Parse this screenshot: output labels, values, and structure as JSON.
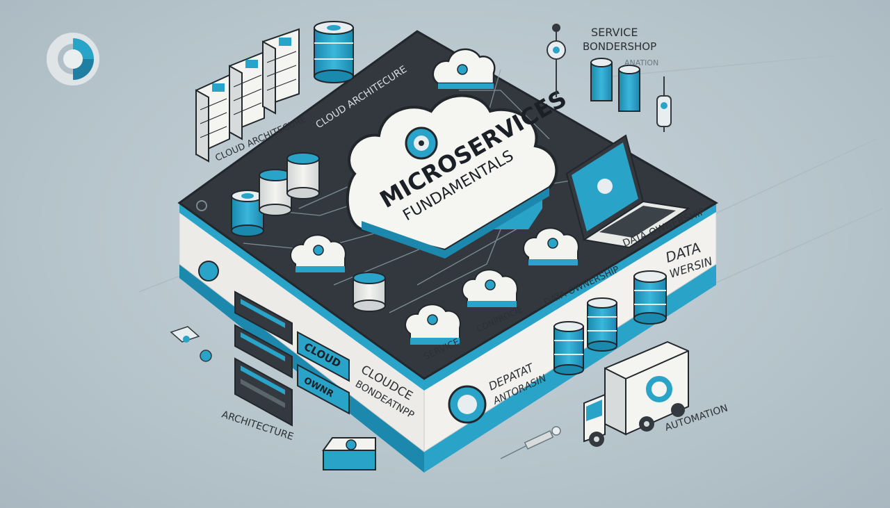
{
  "title": {
    "line1": "MICROSERVICES",
    "line2": "FUNDAMENTALS"
  },
  "labels": {
    "cloud_arch_top": "CLOUD ARCHITECURE",
    "cloud_arch_left": "CLOUD ARCHITECURE",
    "service_title": "SERVICE",
    "service_sub": "BONDERSHOP",
    "service_sub2": "ANATION",
    "data_ownership_right": "DATA OWNERSHIP",
    "data_ownership_mid": "DATA OWNERSHIP",
    "data_wersin_1": "DATA",
    "data_wersin_2": "WERSIN",
    "service_bottom": "SERVICE",
    "conprocie": "CONPROCIE",
    "depatat_1": "DEPATAT",
    "depatat_2": "ANTORASIN",
    "cloudce_1": "CLOUDCE",
    "cloudce_2": "BONDEATNPP",
    "cloud_badge": "CLOUD",
    "ownr_badge": "OWNR",
    "architecture": "ARCHITECTURE",
    "automation": "AUTOMATION"
  },
  "colors": {
    "accent": "#2aa3c9",
    "dark": "#33393f",
    "panel_light": "#eeeeea",
    "background": "#bccad1"
  }
}
